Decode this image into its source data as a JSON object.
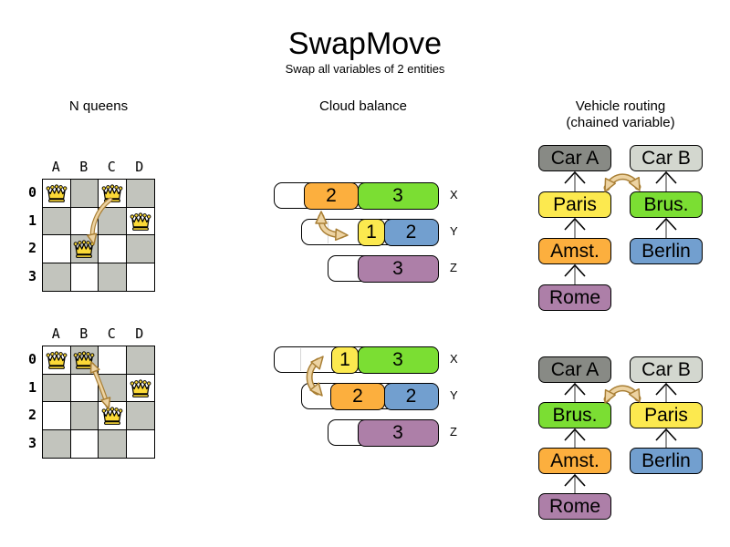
{
  "header": {
    "title": "SwapMove",
    "subtitle": "Swap all variables of 2 entities"
  },
  "nqueens": {
    "label": "N queens",
    "columns": [
      "A",
      "B",
      "C",
      "D"
    ],
    "rows": [
      "0",
      "1",
      "2",
      "3"
    ],
    "before": {
      "queens": [
        "A0",
        "C0",
        "D1",
        "B2"
      ],
      "swap": [
        "C0",
        "B2"
      ]
    },
    "after": {
      "queens": [
        "A0",
        "B0",
        "D1",
        "C2"
      ],
      "swap": [
        "B0",
        "C2"
      ]
    }
  },
  "cloud": {
    "label": "Cloud balance",
    "before": [
      {
        "computer": "X",
        "capacity_units": 6,
        "blocks": [
          {
            "value": "2",
            "color": "orange"
          },
          {
            "value": "3",
            "color": "green"
          }
        ]
      },
      {
        "computer": "Y",
        "capacity_units": 5,
        "blocks": [
          {
            "value": "1",
            "color": "yellow"
          },
          {
            "value": "2",
            "color": "blue"
          }
        ]
      },
      {
        "computer": "Z",
        "capacity_units": 4,
        "blocks": [
          {
            "value": "3",
            "color": "purple"
          }
        ]
      }
    ],
    "after": [
      {
        "computer": "X",
        "capacity_units": 6,
        "blocks": [
          {
            "value": "1",
            "color": "yellow"
          },
          {
            "value": "3",
            "color": "green"
          }
        ]
      },
      {
        "computer": "Y",
        "capacity_units": 5,
        "blocks": [
          {
            "value": "2",
            "color": "orange"
          },
          {
            "value": "2",
            "color": "blue"
          }
        ]
      },
      {
        "computer": "Z",
        "capacity_units": 4,
        "blocks": [
          {
            "value": "3",
            "color": "purple"
          }
        ]
      }
    ],
    "swap": [
      "2",
      "1"
    ]
  },
  "routing": {
    "label": "Vehicle routing",
    "sublabel": "(chained variable)",
    "before": {
      "chain_a": [
        "Car A",
        "Paris",
        "Amst.",
        "Rome"
      ],
      "chain_b": [
        "Car B",
        "Brus.",
        "Berlin"
      ],
      "swap": [
        "Paris",
        "Brus."
      ]
    },
    "after": {
      "chain_a": [
        "Car A",
        "Brus.",
        "Amst.",
        "Rome"
      ],
      "chain_b": [
        "Car B",
        "Paris",
        "Berlin"
      ],
      "swap": [
        "Brus.",
        "Paris"
      ]
    }
  },
  "colors": {
    "orange": "#fcaf3e",
    "green": "#7bde33",
    "yellow": "#fce94f",
    "blue": "#729fcf",
    "purple": "#ad7fa8",
    "car_a_gray": "#888a85",
    "car_b_gray": "#d3d7cf",
    "board_gray": "#c2c4bd",
    "queen_gold": "#fbd937",
    "swap_arrow_fill": "#edd3a2",
    "swap_arrow_outline": "#a97f35"
  }
}
